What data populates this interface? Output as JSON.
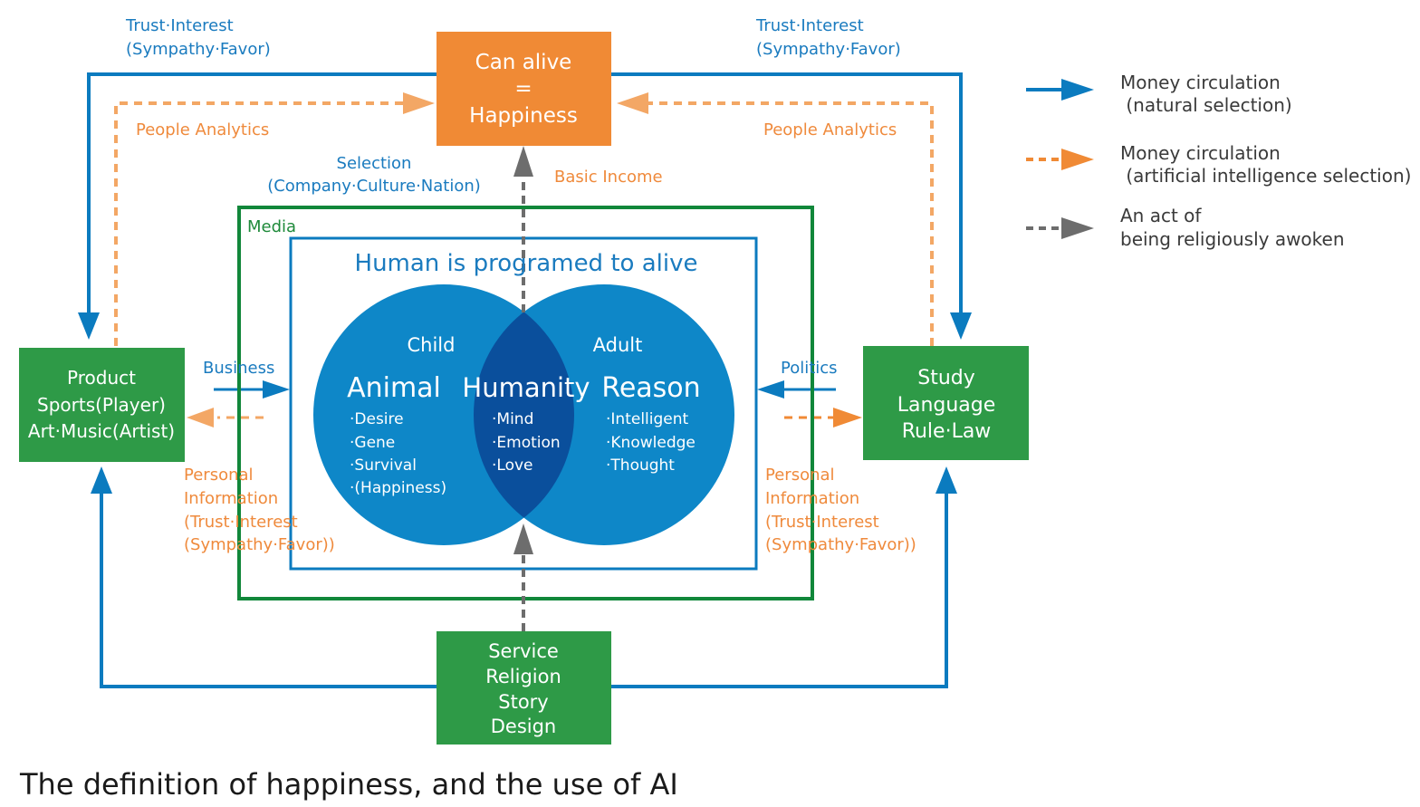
{
  "colors": {
    "blue": "#0b7bbf",
    "orange": "#f08a35",
    "orange_dash": "#f3a765",
    "green_box": "#2e9a47",
    "green_line": "#11873a",
    "gray": "#6d6d6d",
    "circle": "#0e87c8",
    "overlap": "#0a4f9c"
  },
  "top_box": {
    "lines": [
      "Can alive",
      "=",
      "Happiness"
    ]
  },
  "left_box": {
    "lines": [
      "Product",
      "Sports(Player)",
      "Art·Music(Artist)"
    ]
  },
  "right_box": {
    "lines": [
      "Study",
      "Language",
      "Rule·Law"
    ]
  },
  "bottom_box": {
    "lines": [
      "Service",
      "Religion",
      "Story",
      "Design"
    ]
  },
  "labels": {
    "trust_left": [
      "Trust·Interest",
      "(Sympathy·Favor)"
    ],
    "trust_right": [
      "Trust·Interest",
      "(Sympathy·Favor)"
    ],
    "people_analytics_left": "People Analytics",
    "people_analytics_right": "People Analytics",
    "selection": [
      "Selection",
      "(Company·Culture·Nation)"
    ],
    "basic_income": "Basic Income",
    "media": "Media",
    "business": "Business",
    "politics": "Politics",
    "personal_left": [
      "Personal",
      "Information",
      "(Trust·Interest",
      "(Sympathy·Favor))"
    ],
    "personal_right": [
      "Personal",
      "Information",
      "(Trust·Interest",
      "(Sympathy·Favor))"
    ]
  },
  "inner": {
    "title": "Human is programed to alive",
    "left": {
      "heading": "Child",
      "title": "Animal",
      "items": [
        "·Desire",
        "·Gene",
        "·Survival",
        "·(Happiness)"
      ]
    },
    "center": {
      "title": "Humanity",
      "items": [
        "·Mind",
        "·Emotion",
        "·Love"
      ]
    },
    "right": {
      "heading": "Adult",
      "title": "Reason",
      "items": [
        "·Intelligent",
        "·Knowledge",
        "·Thought"
      ]
    }
  },
  "legend": [
    {
      "style": "solid-blue",
      "lines": [
        "Money circulation",
        " (natural selection)"
      ]
    },
    {
      "style": "dashed-orange",
      "lines": [
        "Money circulation",
        " (artificial intelligence selection)"
      ]
    },
    {
      "style": "dashed-gray",
      "lines": [
        "An act of",
        "being religiously awoken"
      ]
    }
  ],
  "caption": "The definition of happiness, and the use of AI"
}
